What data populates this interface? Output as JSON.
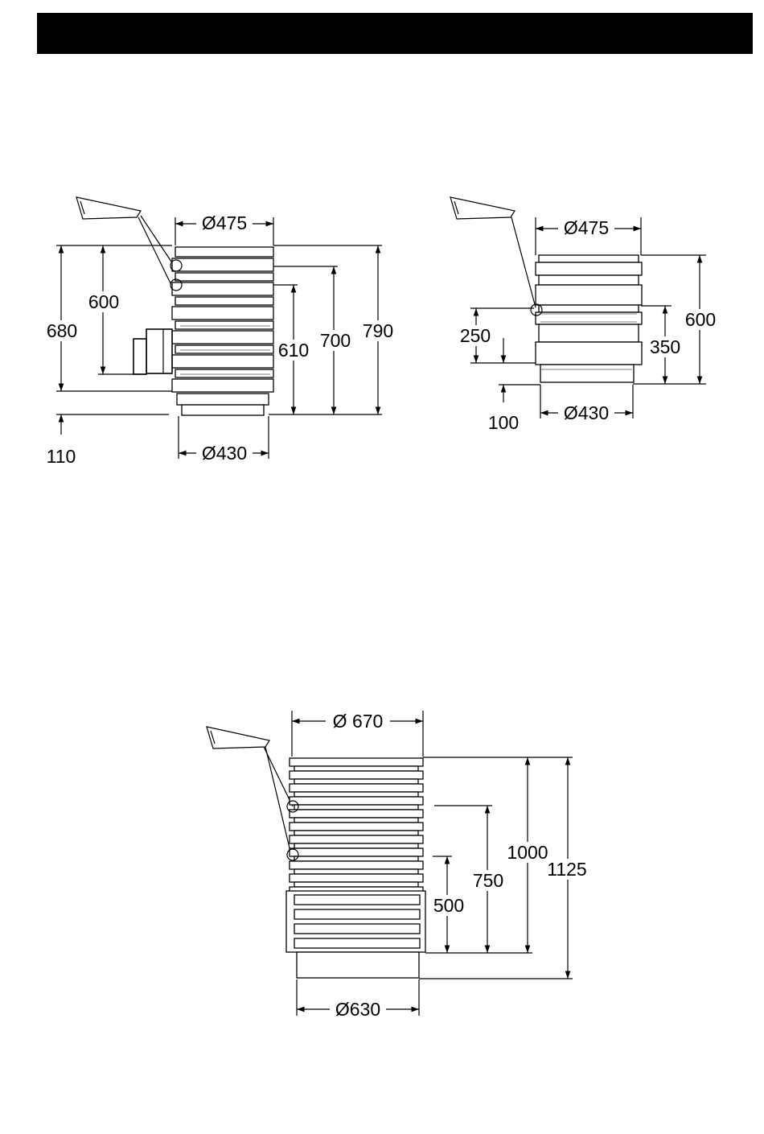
{
  "header": {
    "title": ""
  },
  "colors": {
    "line": "#000000",
    "background": "#ffffff",
    "header_bar": "#000000"
  },
  "drawing_a": {
    "dims": {
      "top_diameter": "Ø475",
      "bottom_diameter": "Ø430",
      "inlet_height": "600",
      "inlet_base": "680",
      "side_610": "610",
      "side_700": "700",
      "overall_790": "790",
      "base_110": "110"
    }
  },
  "drawing_b": {
    "dims": {
      "top_diameter": "Ø475",
      "bottom_diameter": "Ø430",
      "overall_600": "600",
      "inner_350": "350",
      "left_250": "250",
      "base_100": "100"
    }
  },
  "drawing_c": {
    "dims": {
      "top_diameter": "Ø 670",
      "bottom_diameter": "Ø630",
      "dim_500": "500",
      "dim_750": "750",
      "dim_1000": "1000",
      "dim_1125": "1125"
    }
  }
}
